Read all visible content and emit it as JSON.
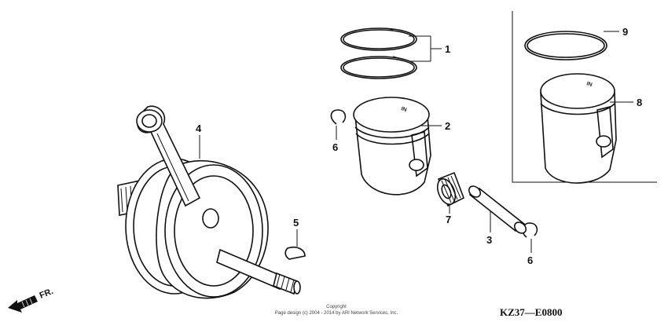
{
  "parts": {
    "rings_front": "1",
    "piston_front": "2",
    "piston_pin": "3",
    "crankshaft": "4",
    "key": "5",
    "clip_upper": "6",
    "clip_lower": "6",
    "needle_bearing": "7",
    "piston_rear": "8",
    "ring_rear": "9"
  },
  "piston_marks": {
    "front": "IN",
    "rear": "IN"
  },
  "direction": "FR.",
  "diagram_code": "KZ37—E0800",
  "copyright": {
    "line1": "Copyright",
    "line2": "Page design (c) 2004 - 2014 by ARI Network Services, Inc."
  }
}
